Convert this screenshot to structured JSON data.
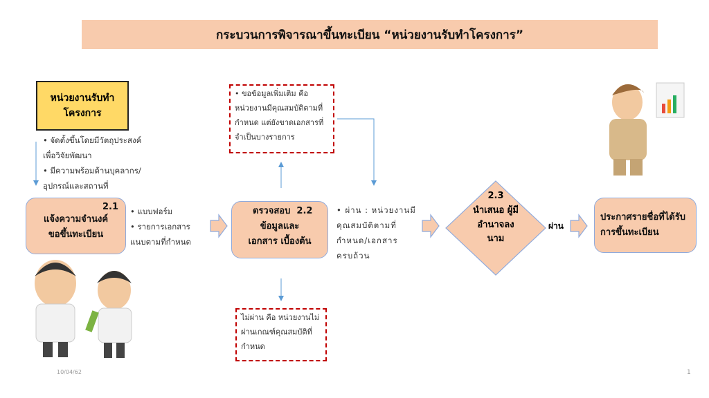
{
  "title": "กระบวนการพิจารณาขึ้นทะเบียน “หน่วยงานรับทำโครงการ”",
  "unit_box": "หน่วยงานรับทำโครงการ",
  "unit_notes": [
    "• จัดตั้งขึ้นโดยมีวัตถุประสงค์",
    "เพื่อวิจัยพัฒนา",
    "• มีความพร้อมด้านบุคลากร/",
    "อุปกรณ์และสถานที่"
  ],
  "step1": {
    "num": "2.1",
    "label": "แจ้งความจำนงค์ ขอขึ้นทะเบียน",
    "notes": [
      "• แบบฟอร์ม",
      "• รายการเอกสาร",
      "แนบตามที่กำหนด"
    ]
  },
  "step2": {
    "num": "2.2",
    "label1": "ตรวจสอบ",
    "label2": "ข้อมูลและเอกสาร เบื้องต้น",
    "notes": [
      "• ผ่าน : หน่วยงานมี",
      "คุณสมบัติตามที่",
      "กำหนด/เอกสาร",
      "ครบถ้วน"
    ]
  },
  "more_info": "• ขอข้อมูลเพิ่มเติม คือ หน่วยงานมีคุณสมบัติตามที่กำหนด แต่ยังขาดเอกสารที่จำเป็นบางรายการ",
  "fail": "ไม่ผ่าน คือ หน่วยงานไม่ผ่านเกณฑ์คุณสมบัติที่กำหนด",
  "step3": {
    "num": "2.3",
    "label": "นำเสนอ ผู้มีอำนาจลงนาม"
  },
  "pass_label": "ผ่าน",
  "final": "ประกาศรายชื่อที่ได้รับการขึ้นทะเบียน",
  "footer": {
    "date": "10/04/62",
    "page": "1"
  },
  "colors": {
    "peach": "#f8cbad",
    "yellow": "#ffd966",
    "dash": "#c00000",
    "line": "#5b9bd5"
  }
}
